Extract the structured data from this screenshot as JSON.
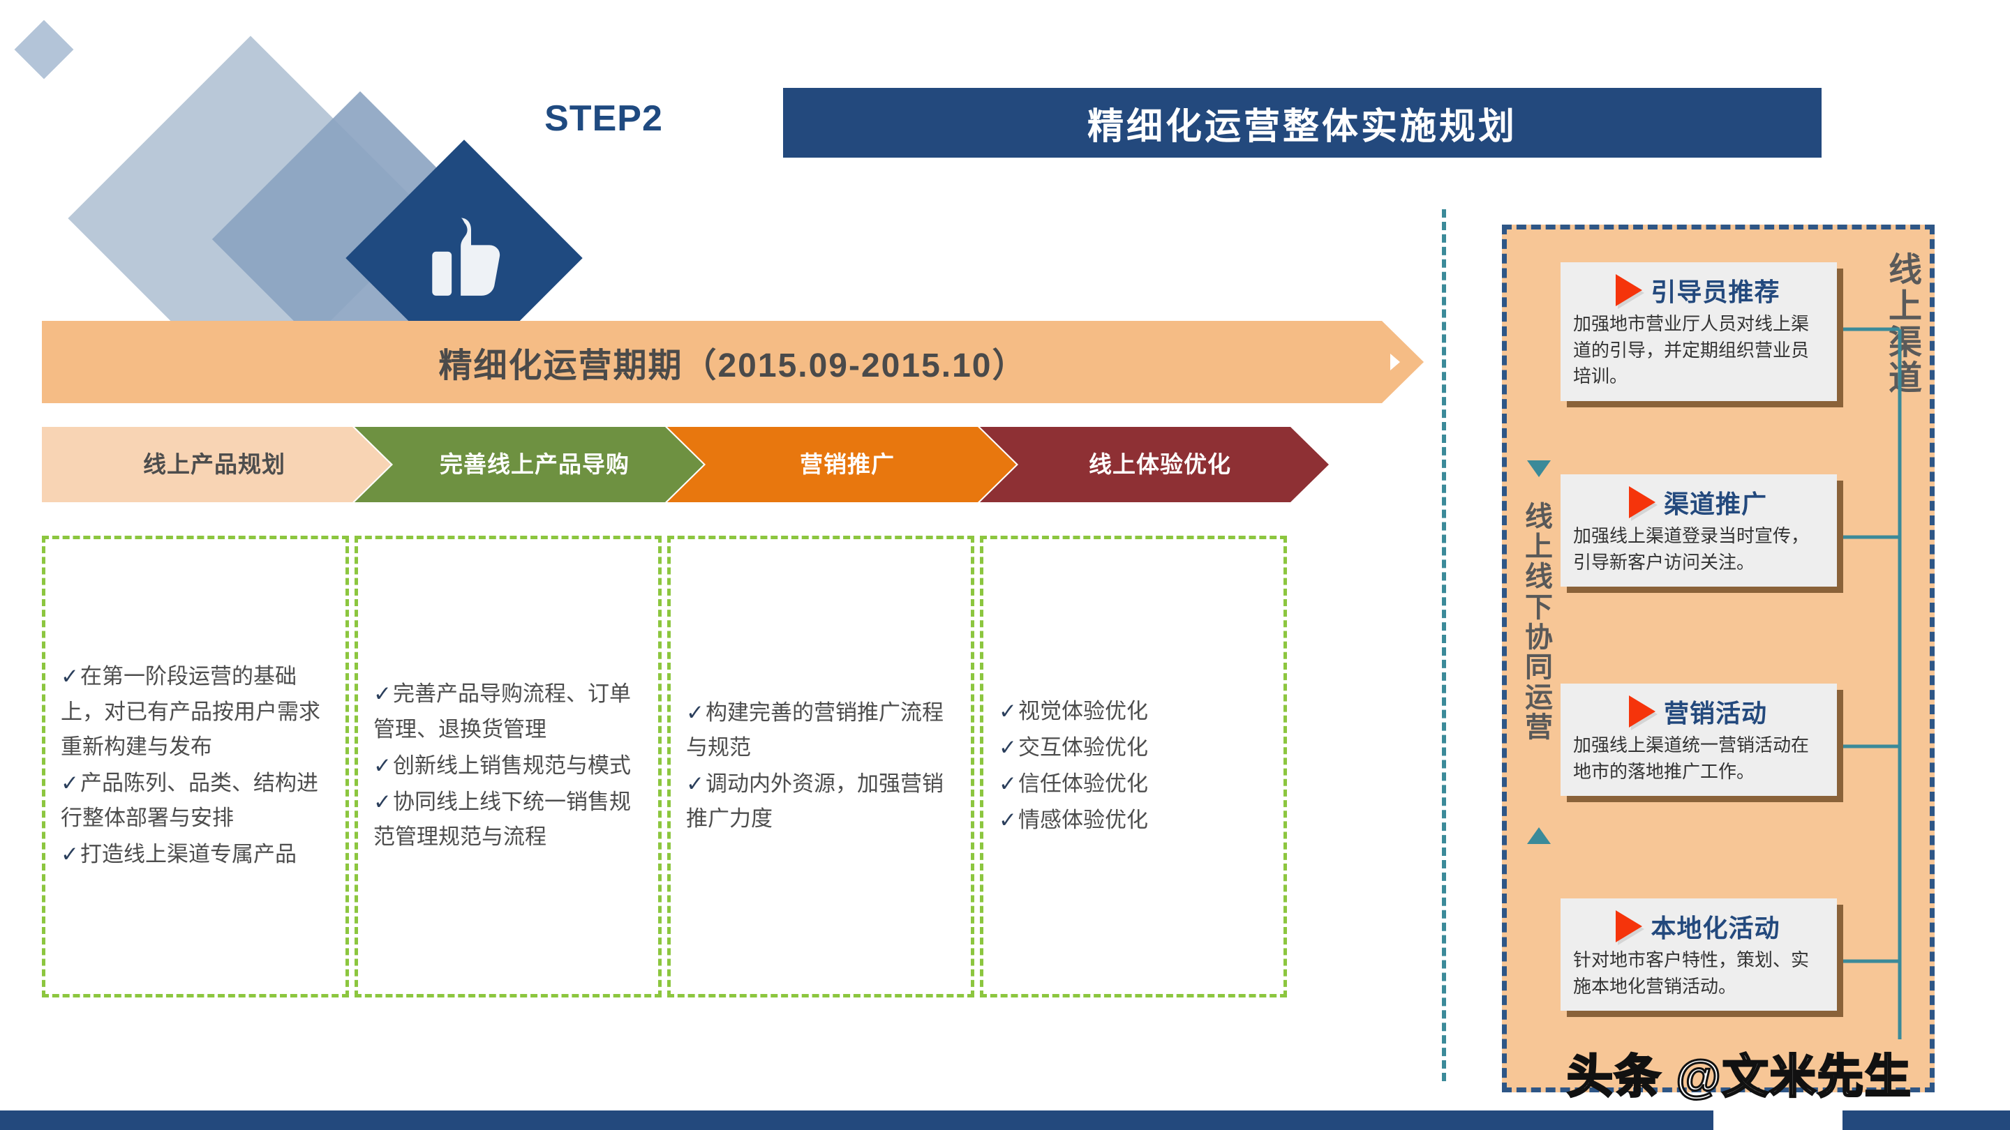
{
  "header": {
    "step_label": "STEP2",
    "title": "精细化运营整体实施规划",
    "bar_color": "#23497d"
  },
  "banner": {
    "text": "精细化运营期期（2015.09-2015.10）",
    "color": "#F5BC85"
  },
  "stages": [
    {
      "label": "线上产品规划",
      "bg": "#F8D4B4",
      "fg": "#4d4d4d"
    },
    {
      "label": "完善线上产品导购",
      "bg": "#6E9141",
      "fg": "#ffffff"
    },
    {
      "label": "营销推广",
      "bg": "#E8770E",
      "fg": "#ffffff"
    },
    {
      "label": "线上体验优化",
      "bg": "#8E3034",
      "fg": "#ffffff"
    }
  ],
  "columns": [
    {
      "items": [
        "在第一阶段运营的基础上，对已有产品按用户需求重新构建与发布",
        "产品陈列、品类、结构进行整体部署与安排",
        "打造线上渠道专属产品"
      ]
    },
    {
      "items": [
        "完善产品导购流程、订单管理、退换货管理",
        "创新线上销售规范与模式",
        "协同线上线下统一销售规范管理规范与流程"
      ]
    },
    {
      "items": [
        "构建完善的营销推广流程与规范",
        "调动内外资源，加强营销推广力度"
      ]
    },
    {
      "items": [
        "视觉体验优化",
        "交互体验优化",
        "信任体验优化",
        "情感体验优化"
      ]
    }
  ],
  "right_panel": {
    "vertical_label_left": "线上线下协同运营",
    "vertical_label_right": "线上渠道",
    "panel_color": "#F7C696",
    "border_color": "#2e5686",
    "cards": [
      {
        "title": "引导员推荐",
        "body": "加强地市营业厅人员对线上渠道的引导，并定期组织营业员培训。"
      },
      {
        "title": "渠道推广",
        "body": "加强线上渠道登录当时宣传，引导新客户访问关注。"
      },
      {
        "title": "营销活动",
        "body": "加强线上渠道统一营销活动在地市的落地推广工作。"
      },
      {
        "title": "本地化活动",
        "body": "针对地市客户特性，策划、实施本地化营销活动。"
      }
    ]
  },
  "watermark": {
    "text": "头条 @文米先生"
  },
  "icons": {
    "thumbs_up": "thumbs-up-icon",
    "play_triangle": "play-triangle-icon",
    "check": "✓",
    "banner_arrow": "banner-arrow-icon"
  }
}
